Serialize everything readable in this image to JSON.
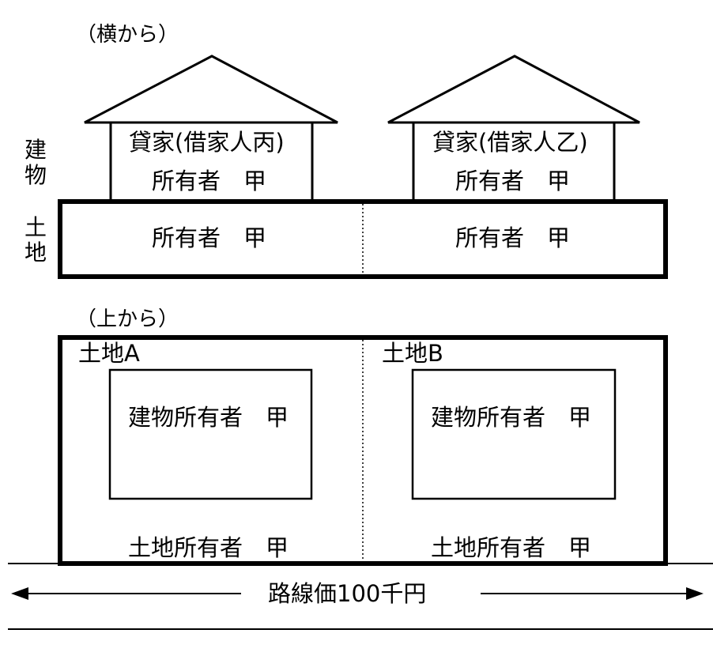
{
  "side_view": {
    "heading": "（横から）",
    "building_label": "建\n物",
    "land_label": "土\n地",
    "house_left": {
      "type": "貸家(借家人丙)",
      "owner": "所有者　甲"
    },
    "house_right": {
      "type": "貸家(借家人乙)",
      "owner": "所有者　甲"
    },
    "land_left_owner": "所有者　甲",
    "land_right_owner": "所有者　甲"
  },
  "top_view": {
    "heading": "（上から）",
    "lot_a": {
      "name": "土地A",
      "building": "建物所有者　甲",
      "land_owner": "土地所有者　甲"
    },
    "lot_b": {
      "name": "土地B",
      "building": "建物所有者　甲",
      "land_owner": "土地所有者　甲"
    }
  },
  "road": {
    "label": "路線価100千円"
  }
}
